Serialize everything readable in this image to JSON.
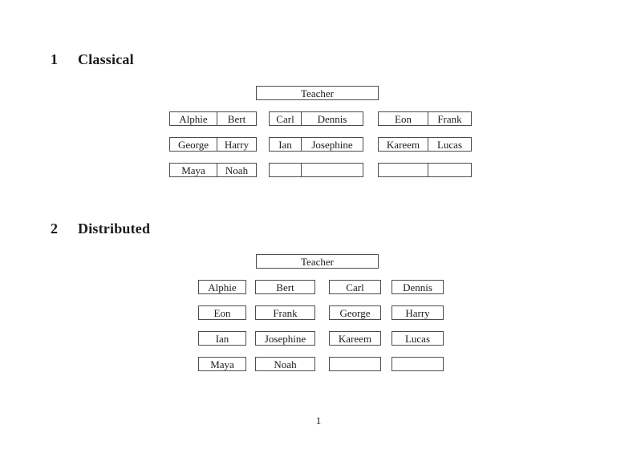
{
  "page": {
    "number": "1"
  },
  "section1": {
    "number": "1",
    "title": "Classical",
    "teacher": "Teacher",
    "desks": [
      {
        "seats": [
          "Alphie",
          "Bert"
        ]
      },
      {
        "seats": [
          "Carl",
          "Dennis"
        ]
      },
      {
        "seats": [
          "Eon",
          "Frank"
        ]
      },
      {
        "seats": [
          "George",
          "Harry"
        ]
      },
      {
        "seats": [
          "Ian",
          "Josephine"
        ]
      },
      {
        "seats": [
          "Kareem",
          "Lucas"
        ]
      },
      {
        "seats": [
          "Maya",
          "Noah"
        ]
      },
      {
        "seats": [
          "",
          ""
        ]
      },
      {
        "seats": [
          "",
          ""
        ]
      }
    ]
  },
  "section2": {
    "number": "2",
    "title": "Distributed",
    "teacher": "Teacher",
    "seats": [
      "Alphie",
      "Bert",
      "Carl",
      "Dennis",
      "Eon",
      "Frank",
      "George",
      "Harry",
      "Ian",
      "Josephine",
      "Kareem",
      "Lucas",
      "Maya",
      "Noah",
      "",
      ""
    ]
  }
}
